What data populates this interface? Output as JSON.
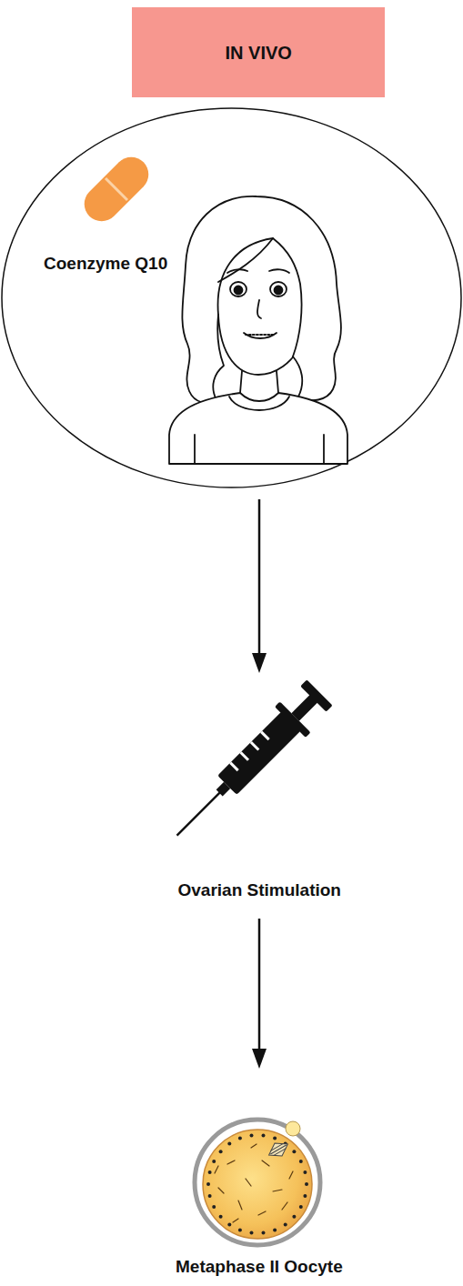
{
  "diagram": {
    "nodes": [
      {
        "text": [
          "IN VIVO"
        ]
      },
      {
        "text": [
          "Coenzyme Q10"
        ]
      },
      {
        "text": [
          "Ovarian Stimulation"
        ]
      },
      {
        "text": [
          "Metaphase II Oocyte"
        ]
      }
    ],
    "edges": [
      {
        "from": 1,
        "to": 2,
        "arrow": "to"
      },
      {
        "from": 2,
        "to": 3,
        "arrow": "to"
      }
    ]
  }
}
